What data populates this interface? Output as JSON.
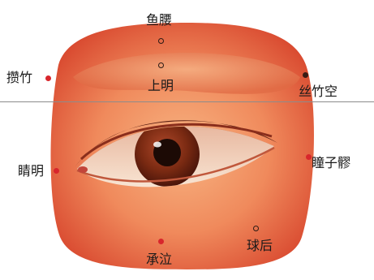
{
  "points": [
    {
      "id": "yuyao",
      "label": "鱼腰",
      "marker": "hollow"
    },
    {
      "id": "shangming",
      "label": "上明",
      "marker": "hollow"
    },
    {
      "id": "cuanzhu",
      "label": "攒竹",
      "marker": "red"
    },
    {
      "id": "sizhukong",
      "label": "丝竹空",
      "marker": "dark"
    },
    {
      "id": "jingming",
      "label": "睛明",
      "marker": "red"
    },
    {
      "id": "tongziliao",
      "label": "瞳子髎",
      "marker": "red"
    },
    {
      "id": "chengqi",
      "label": "承泣",
      "marker": "red"
    },
    {
      "id": "qiuhou",
      "label": "球后",
      "marker": "hollow"
    }
  ],
  "colors": {
    "skin_outer": "#e2563a",
    "skin_inner": "#f3a070",
    "iris": "#7a2a12",
    "pupil": "#1c0a05",
    "sclera": "#f4dcc8",
    "point_red": "#d8262c"
  }
}
